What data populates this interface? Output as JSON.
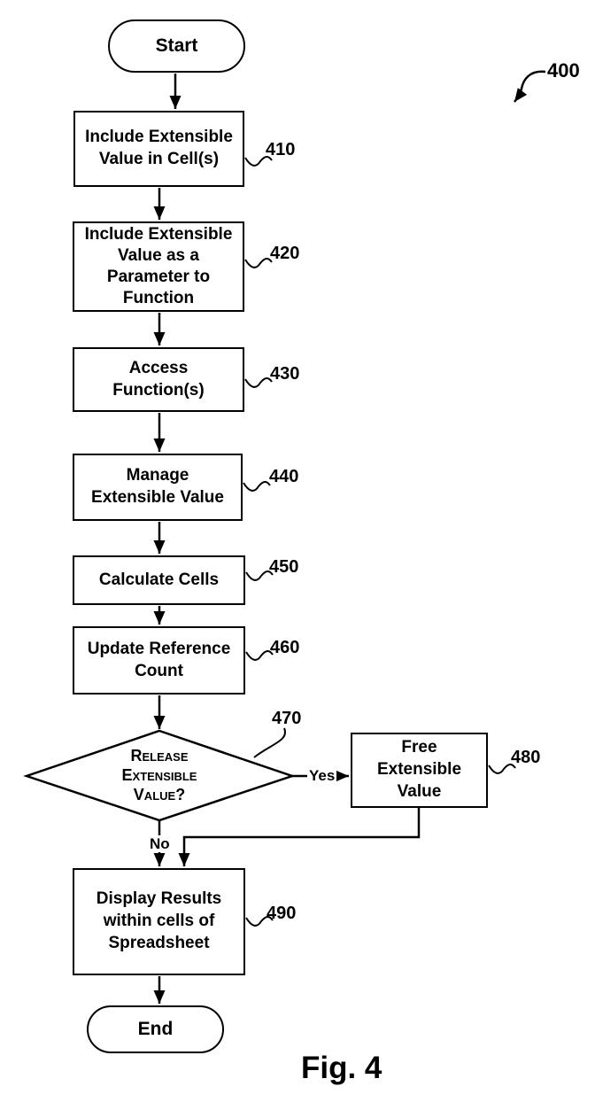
{
  "figure": {
    "ref": "400",
    "caption": "Fig. 4"
  },
  "flowchart": {
    "start": {
      "label": "Start"
    },
    "end": {
      "label": "End"
    },
    "decision": {
      "ref": "470",
      "lines": [
        "Release",
        "Extensible",
        "Value?"
      ],
      "yes": "Yes",
      "no": "No"
    },
    "steps": {
      "s410": {
        "ref": "410",
        "lines": [
          "Include Extensible",
          "Value in Cell(s)"
        ]
      },
      "s420": {
        "ref": "420",
        "lines": [
          "Include Extensible",
          "Value as a",
          "Parameter to",
          "Function"
        ]
      },
      "s430": {
        "ref": "430",
        "lines": [
          "Access",
          "Function(s)"
        ]
      },
      "s440": {
        "ref": "440",
        "lines": [
          "Manage",
          "Extensible Value"
        ]
      },
      "s450": {
        "ref": "450",
        "lines": [
          "Calculate Cells"
        ]
      },
      "s460": {
        "ref": "460",
        "lines": [
          "Update Reference",
          "Count"
        ]
      },
      "s480": {
        "ref": "480",
        "lines": [
          "Free",
          "Extensible",
          "Value"
        ]
      },
      "s490": {
        "ref": "490",
        "lines": [
          "Display Results",
          "within cells of",
          "Spreadsheet"
        ]
      }
    }
  },
  "colors": {
    "ink": "#000000",
    "paper": "#ffffff"
  }
}
